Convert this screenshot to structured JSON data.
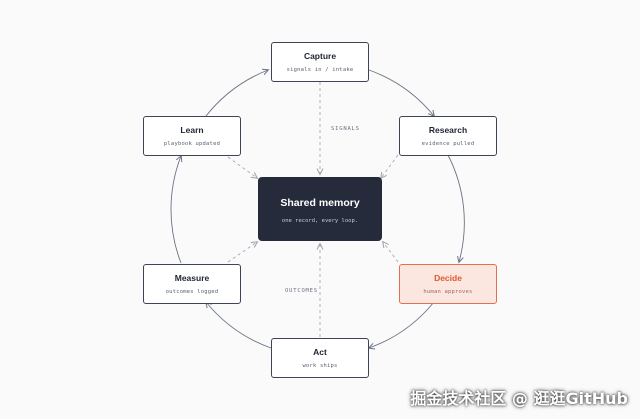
{
  "diagram": {
    "hub": {
      "title": "Shared memory",
      "subtitle": "one record, every loop."
    },
    "nodes": {
      "capture": {
        "title": "Capture",
        "subtitle": "signals in / intake"
      },
      "research": {
        "title": "Research",
        "subtitle": "evidence pulled"
      },
      "decide": {
        "title": "Decide",
        "subtitle": "human approves"
      },
      "act": {
        "title": "Act",
        "subtitle": "work ships"
      },
      "measure": {
        "title": "Measure",
        "subtitle": "outcomes logged"
      },
      "learn": {
        "title": "Learn",
        "subtitle": "playbook updated"
      }
    },
    "edge_labels": {
      "signals": "SIGNALS",
      "outcomes": "OUTCOMES"
    },
    "colors": {
      "hub": "#262b3b",
      "node_border": "#3d4455",
      "highlight": "#e0704f",
      "highlight_fill": "#fbe6e0",
      "cycle_line": "#6b7384",
      "dashed_line": "#9aa0ad"
    }
  },
  "watermark": "掘金技术社区 @ 逛逛GitHub"
}
